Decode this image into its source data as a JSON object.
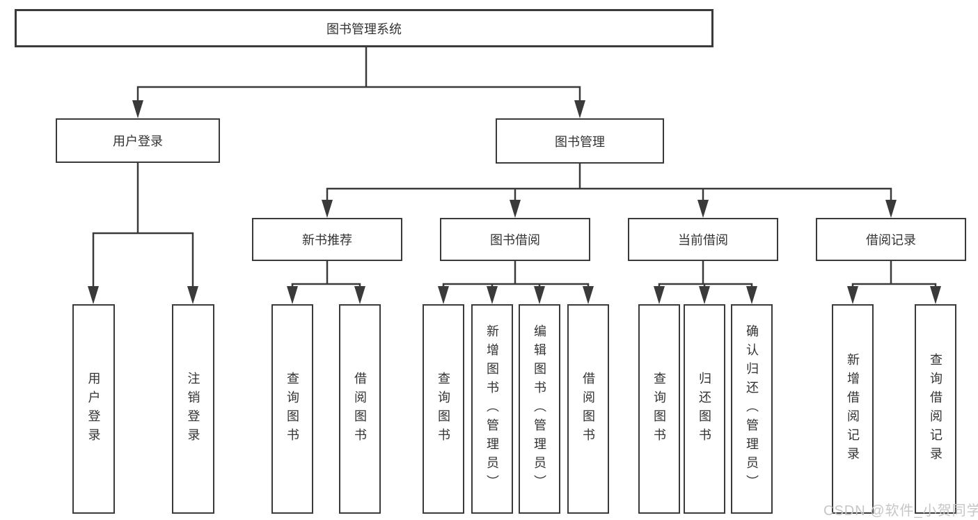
{
  "diagram": {
    "title_node": {
      "label": "图书管理系统"
    },
    "level2": [
      {
        "id": "user-login",
        "label": "用户登录"
      },
      {
        "id": "book-management",
        "label": "图书管理"
      }
    ],
    "level3": [
      {
        "id": "new-book-recommend",
        "label": "新书推荐"
      },
      {
        "id": "book-borrow",
        "label": "图书借阅"
      },
      {
        "id": "current-borrow",
        "label": "当前借阅"
      },
      {
        "id": "borrow-records",
        "label": "借阅记录"
      }
    ],
    "leaves": [
      {
        "id": "user-login-leaf",
        "parent": "user-login",
        "label": "用户登录"
      },
      {
        "id": "logout",
        "parent": "user-login",
        "label": "注销登录"
      },
      {
        "id": "query-books-recommend",
        "parent": "new-book-recommend",
        "label": "查询图书"
      },
      {
        "id": "borrow-books-recommend",
        "parent": "new-book-recommend",
        "label": "借阅图书"
      },
      {
        "id": "query-books-borrow",
        "parent": "book-borrow",
        "label": "查询图书"
      },
      {
        "id": "add-books-admin",
        "parent": "book-borrow",
        "label": "新增图书（管理员）"
      },
      {
        "id": "edit-books-admin",
        "parent": "book-borrow",
        "label": "编辑图书（管理员）"
      },
      {
        "id": "borrow-books-borrow",
        "parent": "book-borrow",
        "label": "借阅图书"
      },
      {
        "id": "query-books-current",
        "parent": "current-borrow",
        "label": "查询图书"
      },
      {
        "id": "return-books",
        "parent": "current-borrow",
        "label": "归还图书"
      },
      {
        "id": "confirm-return-admin",
        "parent": "current-borrow",
        "label": "确认归还（管理员）"
      },
      {
        "id": "add-borrow-record",
        "parent": "borrow-records",
        "label": "新增借阅记录"
      },
      {
        "id": "query-borrow-record",
        "parent": "borrow-records",
        "label": "查询借阅记录"
      }
    ]
  },
  "watermark": {
    "text": "CSDN @软件_小贺同学",
    "color": "#c8c5c5"
  },
  "colors": {
    "line": "#3a3a3a",
    "border": "#3a3a3a",
    "text": "#333333",
    "background": "#ffffff",
    "watermark": "#c8c5c5"
  }
}
